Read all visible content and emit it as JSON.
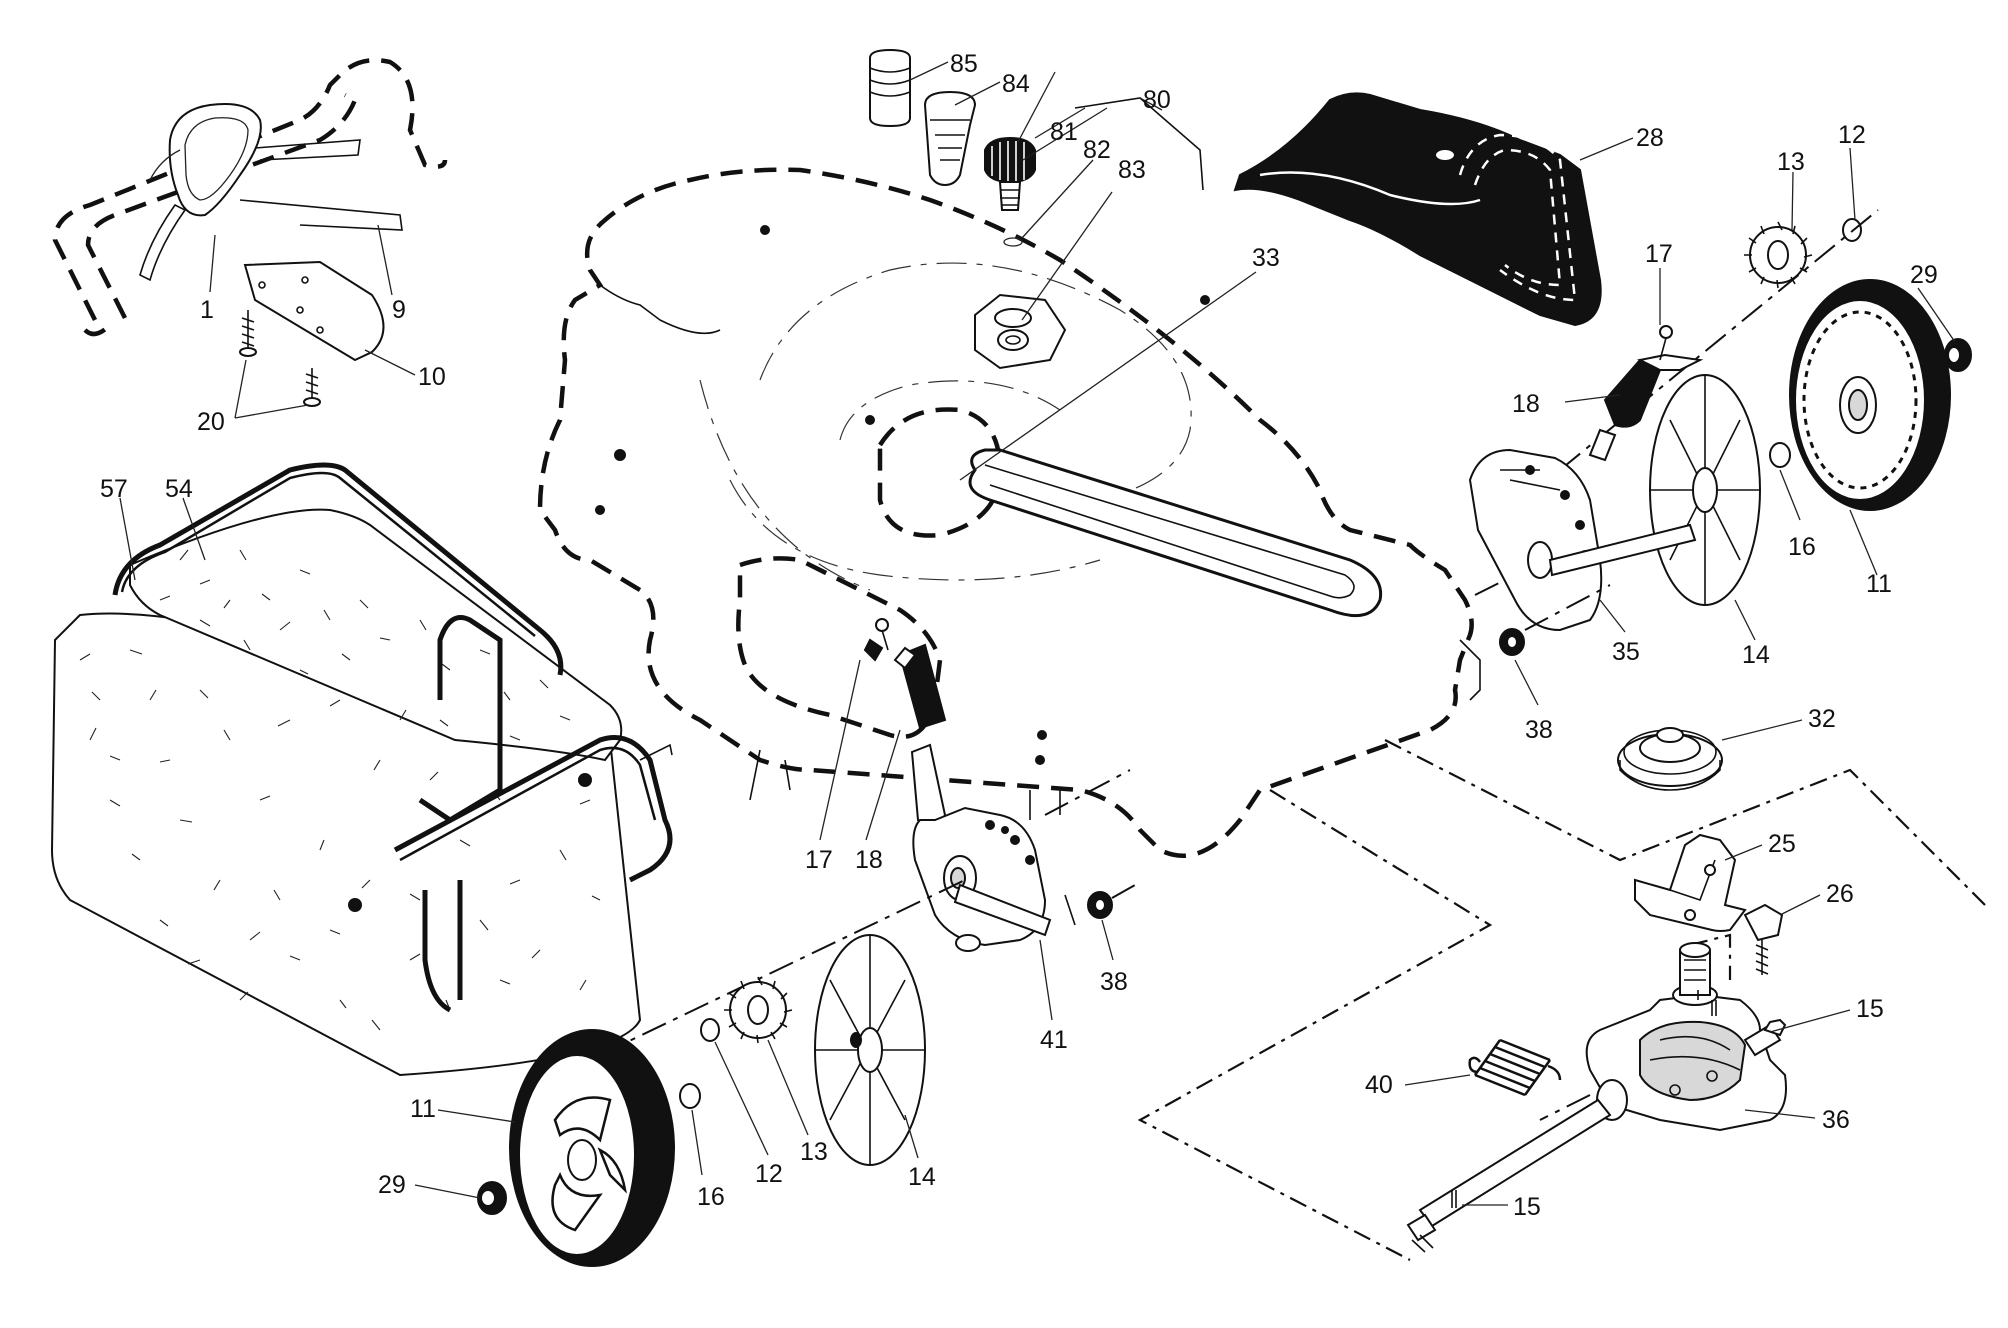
{
  "diagram": {
    "callouts": {
      "c1": "1",
      "c9": "9",
      "c10": "10",
      "c20": "20",
      "c57": "57",
      "c54": "54",
      "c85": "85",
      "c84": "84",
      "c81": "81",
      "c82": "82",
      "c83": "83",
      "c80": "80",
      "c28": "28",
      "c33": "33",
      "c13a": "13",
      "c12a": "12",
      "c29a": "29",
      "c17a": "17",
      "c18a": "18",
      "c16a": "16",
      "c11a": "11",
      "c35": "35",
      "c14a": "14",
      "c38a": "38",
      "c32": "32",
      "c25": "25",
      "c26": "26",
      "c15a": "15",
      "c36": "36",
      "c40": "40",
      "c15b": "15",
      "c17b": "17",
      "c18b": "18",
      "c41": "41",
      "c38b": "38",
      "c11b": "11",
      "c29b": "29",
      "c16b": "16",
      "c12b": "12",
      "c13b": "13",
      "c14b": "14"
    }
  }
}
